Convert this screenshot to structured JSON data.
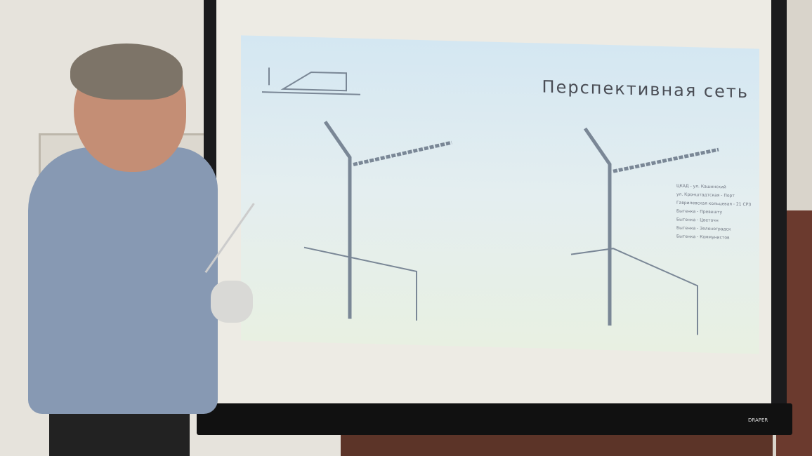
{
  "slide": {
    "title": "Перспективная сеть",
    "legend": [
      "ЦКАД - ул. Кашинский",
      "ул. Кронштадтская - Порт",
      "Гаврилевская кольцевая - 21 СРЗ",
      "Бытенка - Превешту",
      "Бытенка - Цветочн",
      "Бытенка - Зеленоградск",
      "Бытенка - Коммунистов"
    ]
  },
  "screen_brand": "DRAPER"
}
